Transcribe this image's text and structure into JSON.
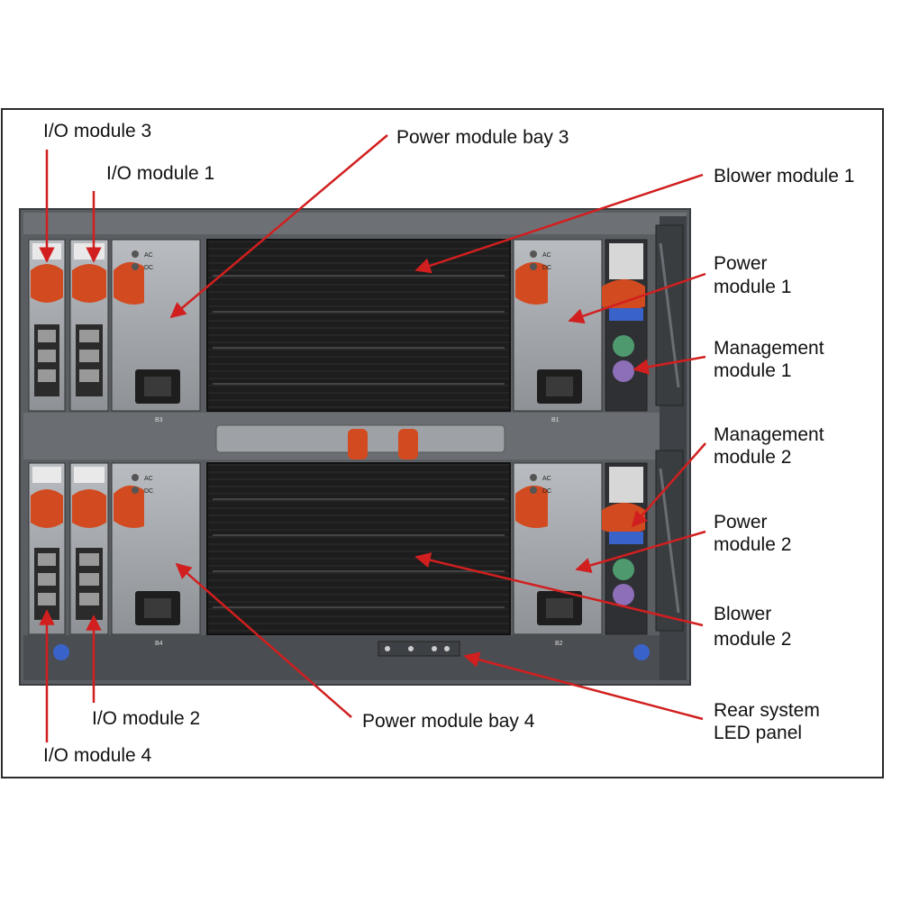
{
  "colors": {
    "frame": "#2a2a2a",
    "arrow": "#d11f1f",
    "chassis": "#5a5e63",
    "module": "#a9adb1",
    "bay": "#1c1c1c",
    "handle": "#d24a1f",
    "blue_led": "#3a63c9",
    "purple_port": "#8d6fb8",
    "green_port": "#4e9a6e"
  },
  "icons": [
    "io-module-icon",
    "power-module-icon",
    "blower-module-icon",
    "management-module-icon",
    "power-socket-icon",
    "led-panel-icon"
  ],
  "labels": {
    "io_module_3": "I/O module 3",
    "io_module_1": "I/O module 1",
    "power_module_bay_3": "Power module bay 3",
    "blower_module_1": "Blower module 1",
    "power_module_1_line1": "Power",
    "power_module_1_line2": "module 1",
    "management_module_1_line1": "Management",
    "management_module_1_line2": "module 1",
    "management_module_2_line1": "Management",
    "management_module_2_line2": "module 2",
    "power_module_2_line1": "Power",
    "power_module_2_line2": "module 2",
    "blower_module_2_line1": "Blower",
    "blower_module_2_line2": "module 2",
    "rear_led_line1": "Rear system",
    "rear_led_line2": "LED panel",
    "io_module_2": "I/O module 2",
    "power_module_bay_4": "Power module bay 4",
    "io_module_4": "I/O module 4"
  },
  "panel_marks": {
    "ac": "AC",
    "dc": "DC",
    "bay_3_tag": "B3",
    "bay_4_tag": "B4",
    "bay_1_tag": "B1",
    "bay_2_tag": "B2"
  }
}
